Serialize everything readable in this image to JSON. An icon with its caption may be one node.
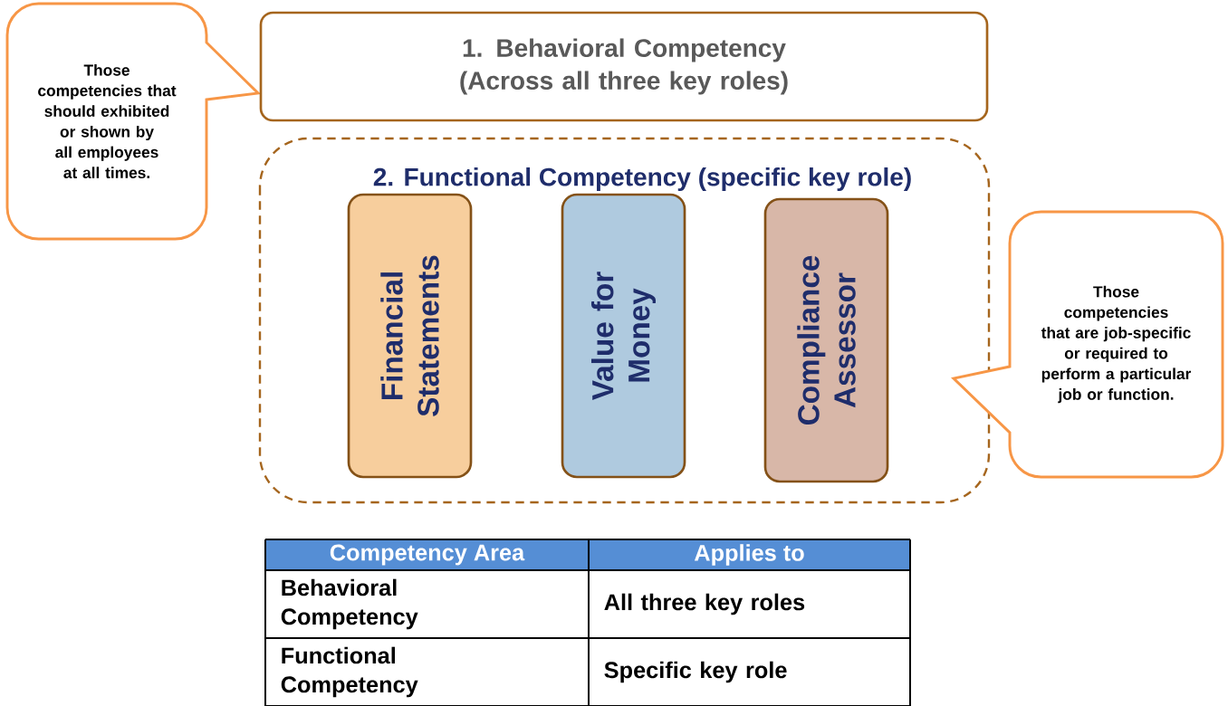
{
  "diagram": {
    "nodes": [
      {
        "text": [
          "Those competencies that should exhibited or shown by all employees at all times."
        ]
      },
      {
        "text": [
          "1. Behavioral Competency (Across all three key roles)"
        ]
      },
      {
        "text": [
          "2. Functional Competency (specific key role)"
        ]
      },
      {
        "text": [
          "Financial Statements"
        ],
        "in": 2
      },
      {
        "text": [
          "Value for Money"
        ],
        "in": 2
      },
      {
        "text": [
          "Compliance Assessor"
        ],
        "in": 2
      },
      {
        "text": [
          "Those competencies that are job-specific or required to perform a particular job or function."
        ]
      }
    ],
    "labels": [
      "Competency Area",
      "Applies to",
      "Behavioral Competency",
      "All three key roles",
      "Functional Competency",
      "Specific key role"
    ]
  }
}
